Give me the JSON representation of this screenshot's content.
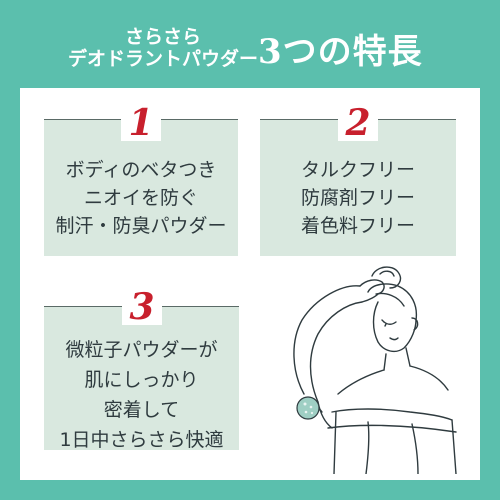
{
  "header": {
    "subtitle_line1": "さらさら",
    "subtitle_line2": "デオドラントパウダー",
    "title": "3つの特長"
  },
  "features": [
    {
      "number": "1",
      "lines": [
        "ボディのベタつき",
        "ニオイを防ぐ",
        "制汗・防臭パウダー"
      ]
    },
    {
      "number": "2",
      "lines": [
        "タルクフリー",
        "防腐剤フリー",
        "着色料フリー"
      ]
    },
    {
      "number": "3",
      "lines": [
        "微粒子パウダーが",
        "肌にしっかり",
        "密着して",
        "1日中さらさら快適"
      ]
    }
  ],
  "colors": {
    "frame": "#5bbfad",
    "box": "#d9e8df",
    "number": "#c8202d",
    "text": "#2f3b3f"
  }
}
